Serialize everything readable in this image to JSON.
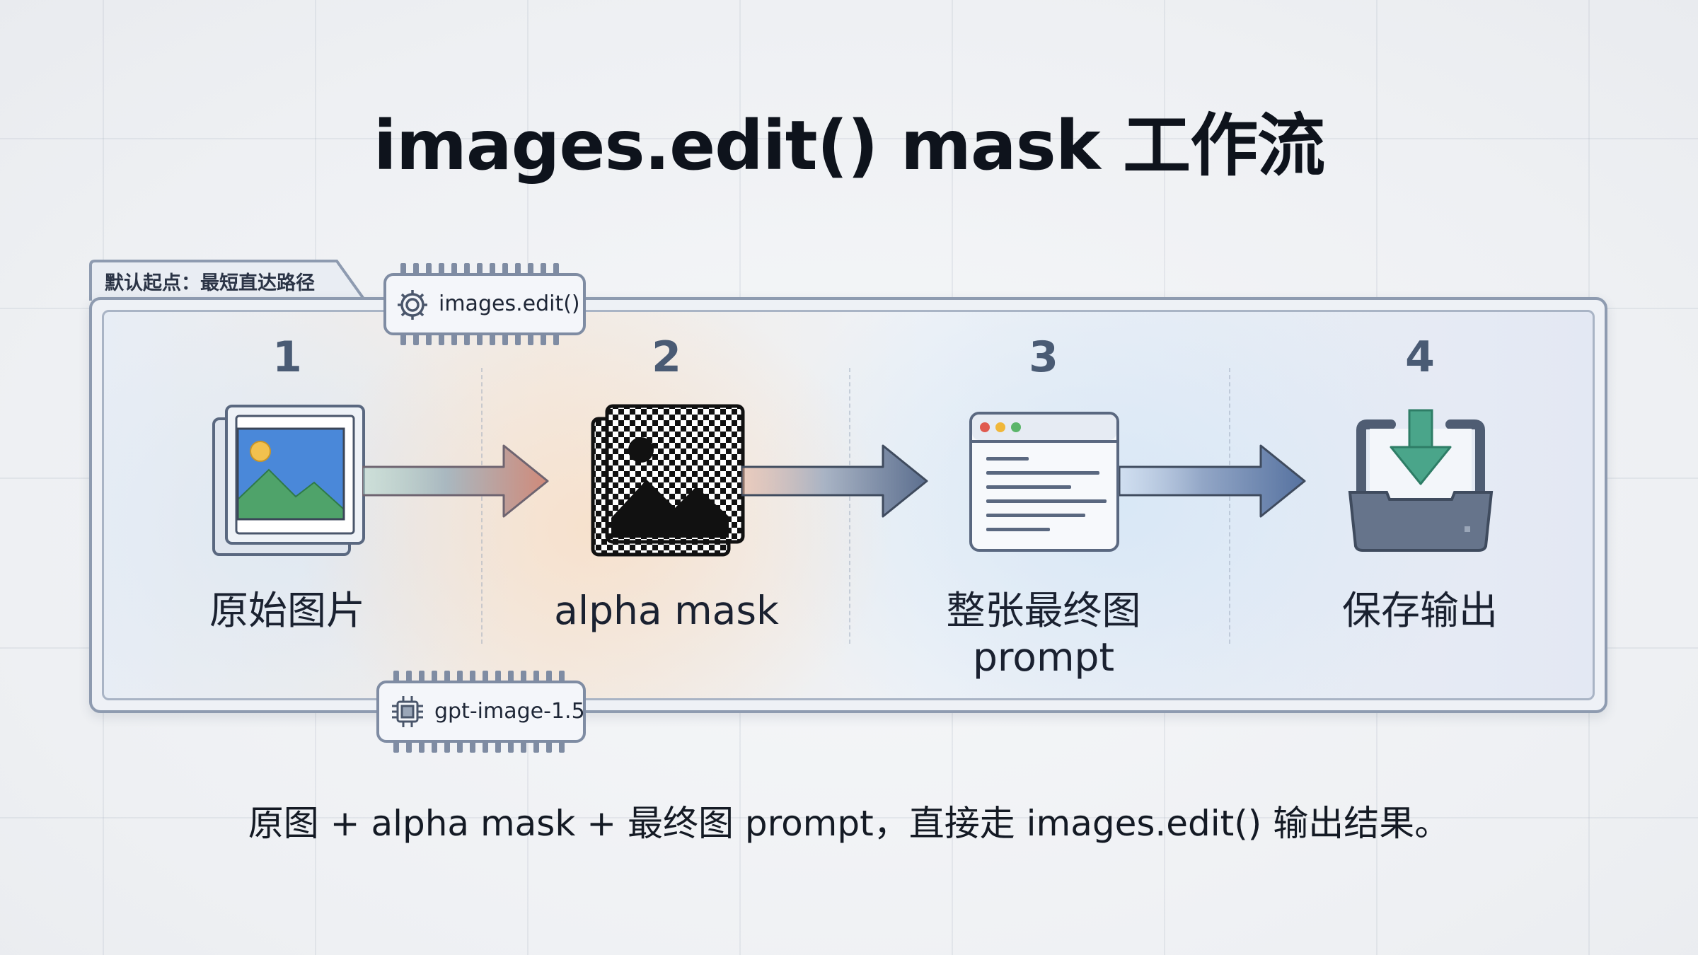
{
  "title": "images.edit() mask 工作流",
  "group_tab": "默认起点：最短直达路径",
  "chips": {
    "api": {
      "label": "images.edit()",
      "icon": "gear-icon"
    },
    "model": {
      "label": "gpt-image-1.5",
      "icon": "chip-icon"
    }
  },
  "steps": [
    {
      "number": "1",
      "label": "原始图片",
      "icon": "image-stack-icon"
    },
    {
      "number": "2",
      "label": "alpha mask",
      "icon": "checkerboard-mask-icon"
    },
    {
      "number": "3",
      "label_line1": "整张最终图",
      "label_line2": "prompt",
      "icon": "browser-window-icon"
    },
    {
      "number": "4",
      "label": "保存输出",
      "icon": "download-tray-icon"
    }
  ],
  "footer": "原图 + alpha mask + 最终图 prompt，直接走 images.edit() 输出结果。",
  "colors": {
    "arrow1_head": "#d08a7a",
    "arrow2_head": "#5c6f8f",
    "arrow3_head": "#5672a0",
    "image_sky": "#4a88d9",
    "image_hill": "#4fa36a",
    "download_arrow": "#4aa58a",
    "frame_border": "#8e9bb0"
  }
}
